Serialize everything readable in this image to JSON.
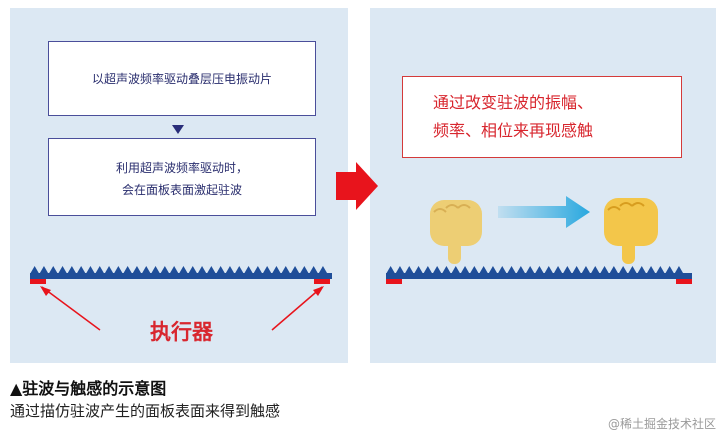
{
  "left_panel": {
    "box_top_text": "以超声波频率驱动叠层压电振动片",
    "box_bottom_line1": "利用超声波频率驱动时，",
    "box_bottom_line2": "会在面板表面激起驻波",
    "actuator_label": "执行器"
  },
  "right_panel": {
    "box_line1": "通过改变驻波的振幅、",
    "box_line2": "频率、相位来再现感触"
  },
  "caption": {
    "title": "▲驻波与触感的示意图",
    "text": "通过描仿驻波产生的面板表面来得到触感"
  },
  "watermark": "@稀土掘金技术社区",
  "colors": {
    "panel_bg": "#dce8f3",
    "wave_blue": "#1f4e99",
    "accent_red": "#e8141c",
    "arrow_cyan": "#29a8df",
    "hand_yellow": "#f3c64a"
  }
}
